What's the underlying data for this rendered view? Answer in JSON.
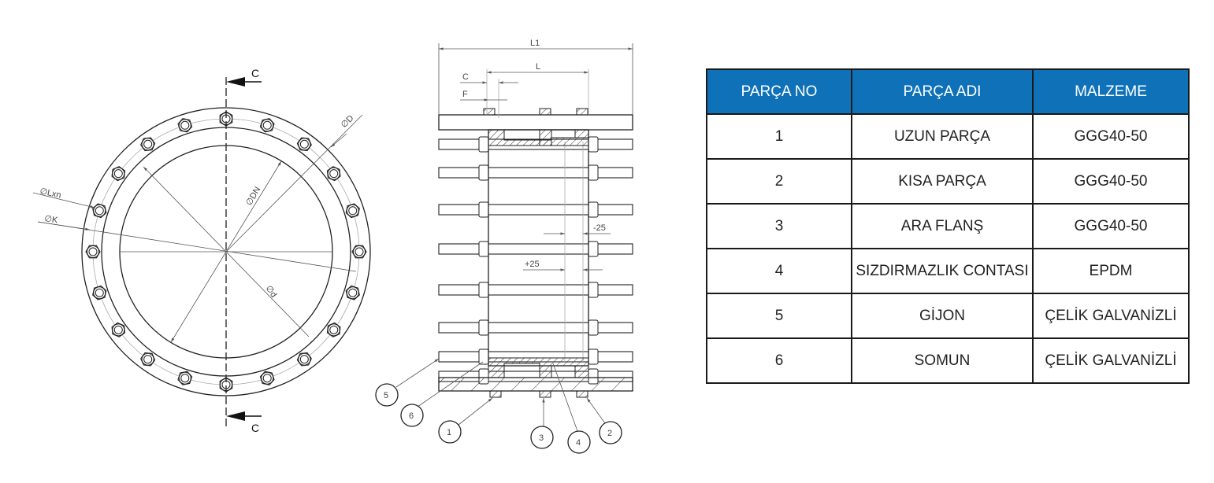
{
  "front_view": {
    "section_top": "C",
    "section_bottom": "C",
    "dim_D": "∅D",
    "dim_DN": "∅DN",
    "dim_Lxn": "∅Lxn",
    "dim_K": "∅K",
    "dim_d": "∅d",
    "bolt_count": 20
  },
  "side_view": {
    "dim_L1": "L1",
    "dim_L": "L",
    "dim_C": "C",
    "dim_F": "F",
    "tol_minus": "-25",
    "tol_plus": "+25",
    "callouts": [
      "1",
      "2",
      "3",
      "4",
      "5",
      "6"
    ]
  },
  "colors": {
    "header": "#0f72b8"
  },
  "table": {
    "headers": [
      "PARÇA NO",
      "PARÇA ADI",
      "MALZEME"
    ],
    "rows": [
      [
        "1",
        "UZUN PARÇA",
        "GGG40-50"
      ],
      [
        "2",
        "KISA PARÇA",
        "GGG40-50"
      ],
      [
        "3",
        "ARA FLANŞ",
        "GGG40-50"
      ],
      [
        "4",
        "SIZDIRMAZLIK CONTASI",
        "EPDM"
      ],
      [
        "5",
        "GİJON",
        "ÇELİK GALVANİZLİ"
      ],
      [
        "6",
        "SOMUN",
        "ÇELİK GALVANİZLİ"
      ]
    ]
  }
}
